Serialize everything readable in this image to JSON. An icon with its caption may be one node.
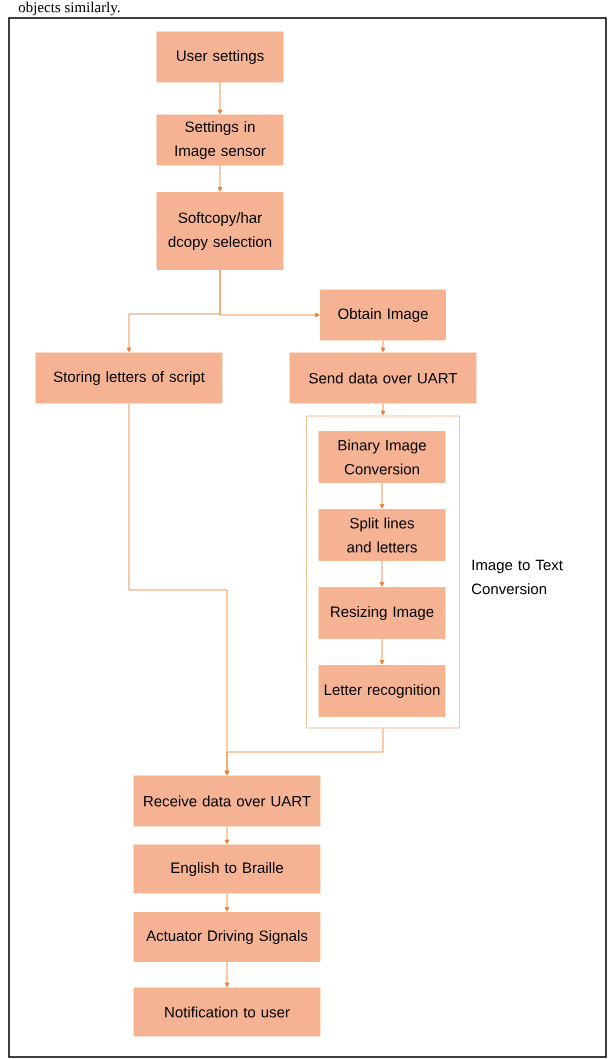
{
  "diagram": {
    "nodes": [
      {
        "text": [
          "User settings"
        ]
      },
      {
        "text": [
          "Settings in Image sensor"
        ]
      },
      {
        "text": [
          "Softcopy/har dcopy selection"
        ]
      },
      {
        "text": [
          "Obtain Image"
        ]
      },
      {
        "text": [
          "Storing letters of script"
        ]
      },
      {
        "text": [
          "Send data over UART"
        ]
      },
      {
        "text": [
          "Image to Text Conversion"
        ]
      },
      {
        "text": [
          "Binary Image Conversion"
        ],
        "in": 6
      },
      {
        "text": [
          "Split lines and letters"
        ],
        "in": 6
      },
      {
        "text": [
          "Resizing Image"
        ],
        "in": 6
      },
      {
        "text": [
          "Letter recognition"
        ],
        "in": 6
      },
      {
        "text": [
          "Receive data over UART"
        ]
      },
      {
        "text": [
          "English to Braille"
        ]
      },
      {
        "text": [
          "Actuator Driving Signals"
        ]
      },
      {
        "text": [
          "Notification to user"
        ]
      }
    ],
    "edges": [
      {
        "from": 0,
        "to": 1,
        "arrow": "to"
      },
      {
        "from": 1,
        "to": 2,
        "arrow": "to"
      },
      {
        "from": 2,
        "to": 3,
        "arrow": "to"
      },
      {
        "from": 2,
        "to": 4,
        "arrow": "to"
      },
      {
        "from": 3,
        "to": 5,
        "arrow": "to"
      },
      {
        "from": 5,
        "to": 6,
        "arrow": "to"
      },
      {
        "from": 7,
        "to": 8,
        "arrow": "to"
      },
      {
        "from": 8,
        "to": 9,
        "arrow": "to"
      },
      {
        "from": 9,
        "to": 10,
        "arrow": "to"
      },
      {
        "from": 4,
        "to": 11,
        "arrow": "to"
      },
      {
        "from": 6,
        "to": 11,
        "arrow": "to"
      },
      {
        "from": 11,
        "to": 12,
        "arrow": "to"
      },
      {
        "from": 12,
        "to": 13,
        "arrow": "to"
      },
      {
        "from": 13,
        "to": 14,
        "arrow": "to"
      }
    ],
    "labels": [
      "objects similarly."
    ]
  }
}
